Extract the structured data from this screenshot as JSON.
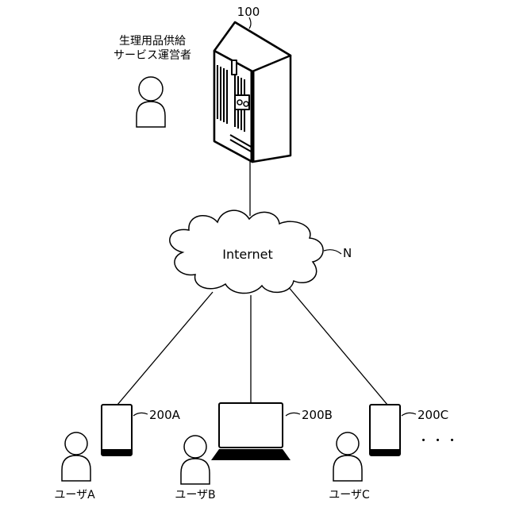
{
  "server": {
    "ref": "100",
    "operator_line1": "生理用品供給",
    "operator_line2": "サービス運営者"
  },
  "network": {
    "label": "Internet",
    "ref": "N"
  },
  "devices": [
    {
      "ref": "200A",
      "kind": "smartphone"
    },
    {
      "ref": "200B",
      "kind": "laptop"
    },
    {
      "ref": "200C",
      "kind": "smartphone"
    }
  ],
  "users": [
    {
      "label": "ユーザA"
    },
    {
      "label": "ユーザB"
    },
    {
      "label": "ユーザC"
    }
  ],
  "more": "・・・"
}
